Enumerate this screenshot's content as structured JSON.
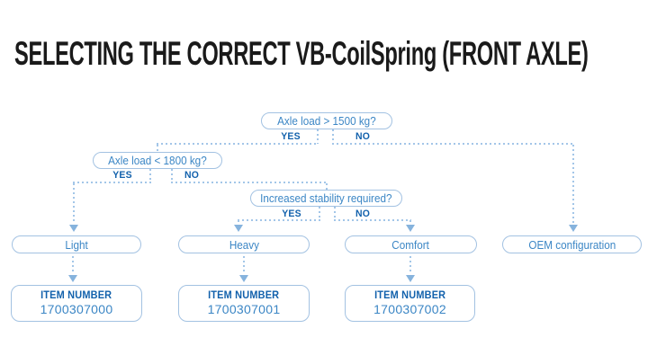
{
  "page": {
    "title": "SELECTING THE CORRECT VB-CoilSpring (FRONT AXLE)"
  },
  "colors": {
    "title_text": "#1a1a1a",
    "node_border": "#a3c2e2",
    "node_text": "#3b86c5",
    "bold_text": "#1261ac",
    "dashed_line": "#a3c6e8",
    "arrowhead": "#86b3dd",
    "background": "#ffffff"
  },
  "flowchart": {
    "decisions": [
      {
        "question": "Axle load > 1500 kg?",
        "yes": "YES",
        "no": "NO"
      },
      {
        "question": "Axle load < 1800 kg?",
        "yes": "YES",
        "no": "NO"
      },
      {
        "question": "Increased stability required?",
        "yes": "YES",
        "no": "NO"
      }
    ],
    "options": [
      {
        "label": "Light"
      },
      {
        "label": "Heavy"
      },
      {
        "label": "Comfort"
      },
      {
        "label": "OEM configuration"
      }
    ],
    "items": [
      {
        "label": "ITEM NUMBER",
        "number": "1700307000"
      },
      {
        "label": "ITEM NUMBER",
        "number": "1700307001"
      },
      {
        "label": "ITEM NUMBER",
        "number": "1700307002"
      }
    ]
  }
}
